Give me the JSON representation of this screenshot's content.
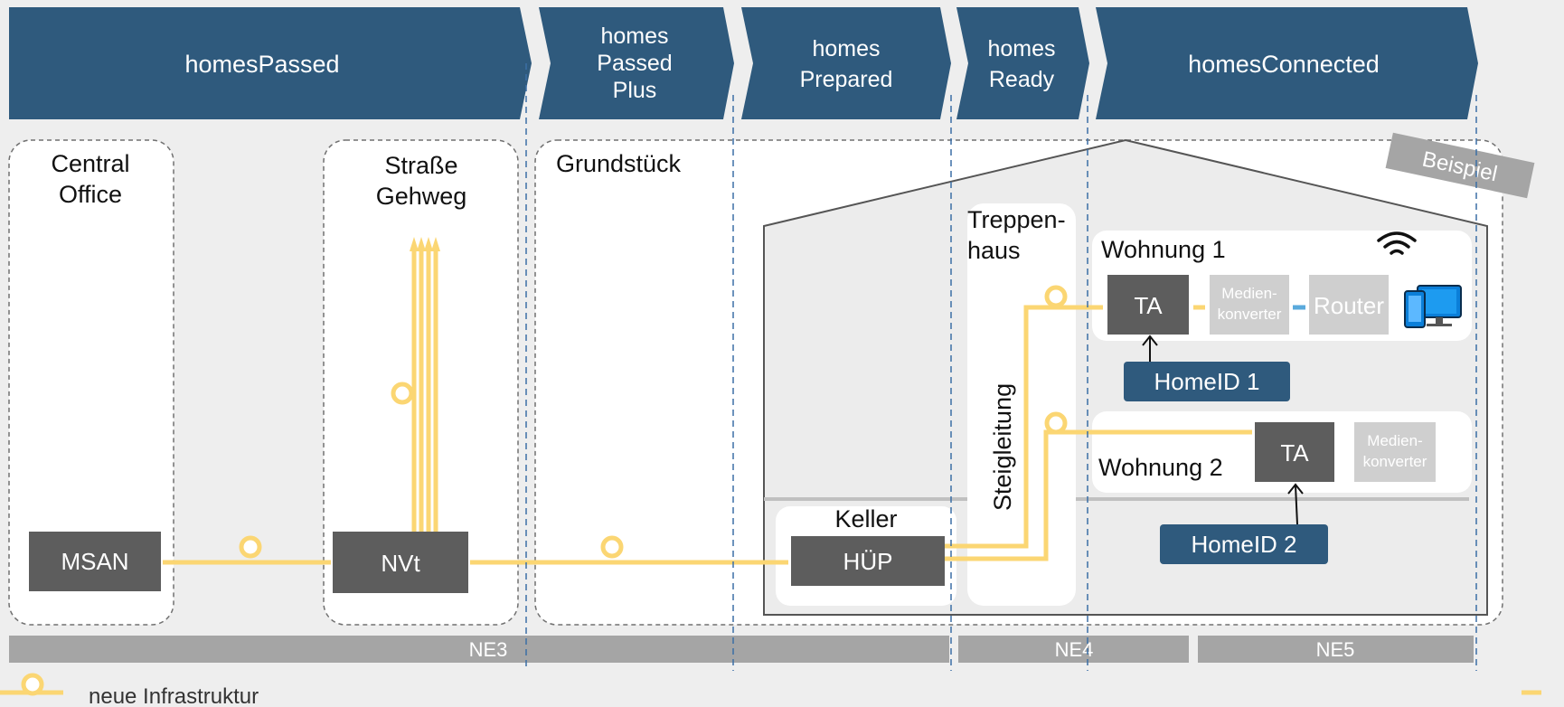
{
  "phases": [
    {
      "id": "homes-passed",
      "lines": [
        "homesPassed"
      ]
    },
    {
      "id": "homes-passed-plus",
      "lines": [
        "homes",
        "Passed",
        "Plus"
      ]
    },
    {
      "id": "homes-prepared",
      "lines": [
        "homes",
        "Prepared"
      ]
    },
    {
      "id": "homes-ready",
      "lines": [
        "homes",
        "Ready"
      ]
    },
    {
      "id": "homes-connected",
      "lines": [
        "homesConnected"
      ]
    }
  ],
  "zones": {
    "central_office": [
      "Central",
      "Office"
    ],
    "strasse": [
      "Straße",
      "Gehweg"
    ],
    "grundstueck": "Grundstück"
  },
  "badge": "Beispiel",
  "building": {
    "treppenhaus": [
      "Treppen-",
      "haus"
    ],
    "steigleitung": "Steigleitung",
    "keller": "Keller",
    "wohnung1": "Wohnung 1",
    "wohnung2": "Wohnung 2"
  },
  "equipment": {
    "msan": "MSAN",
    "nvt": "NVt",
    "huep": "HÜP",
    "ta1": "TA",
    "ta2": "TA",
    "medien1": [
      "Medien-",
      "konverter"
    ],
    "medien2": [
      "Medien-",
      "konverter"
    ],
    "router": "Router"
  },
  "home_ids": [
    "HomeID 1",
    "HomeID 2"
  ],
  "network_levels": [
    "NE3",
    "NE4",
    "NE5"
  ],
  "legend": "neue Infrastruktur",
  "colors": {
    "header": "#2f5a7d",
    "device": "#5d5d5d",
    "device_light": "#cfcfcf",
    "fiber": "#fbd673",
    "ne_bar": "#a5a5a5",
    "background": "#eeeeee",
    "dash": "#3b6ea5"
  }
}
